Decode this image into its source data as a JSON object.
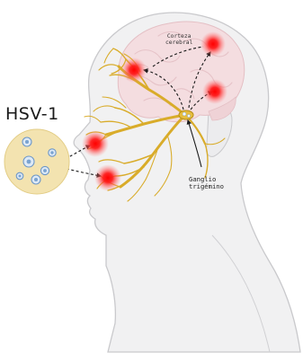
{
  "virus_label": "HSV-1",
  "cortex_label": "Corteza\ncerebral",
  "ganglion_label": "Ganglio\ntrigémino",
  "colors": {
    "skin_fill": "#f1f1f2",
    "skin_stroke": "#c9c9cc",
    "brain_fill": "#f4dde0",
    "brain_stroke": "#e4bfc4",
    "nerve": "#d9ac2a",
    "infection": "#ff1b1b",
    "virus_circle": "#f3e3b0",
    "virion": "#7aa3d0"
  }
}
